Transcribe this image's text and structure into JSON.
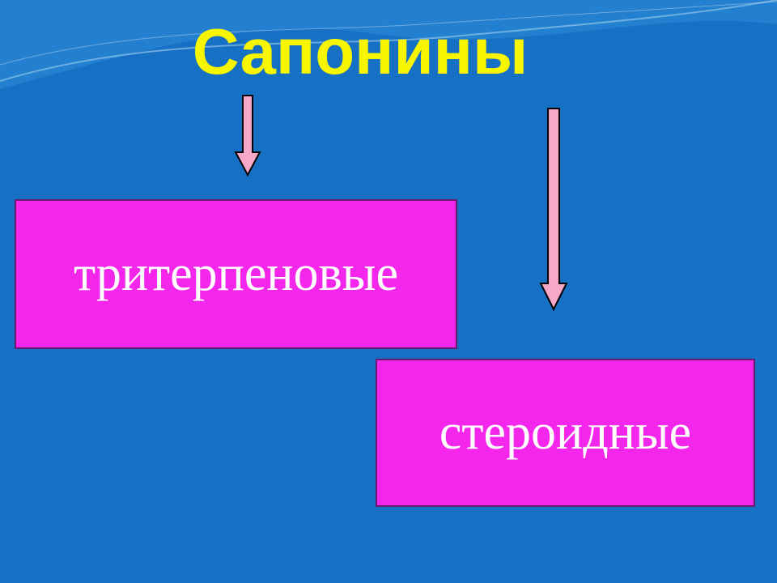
{
  "title": "Сапонины",
  "boxes": [
    {
      "label": "тритерпеновые"
    },
    {
      "label": "стероидные"
    }
  ],
  "colors": {
    "background": "#1670c4",
    "title": "#f8f500",
    "box": "#f426ec",
    "arrow": "#f7a8c8"
  }
}
